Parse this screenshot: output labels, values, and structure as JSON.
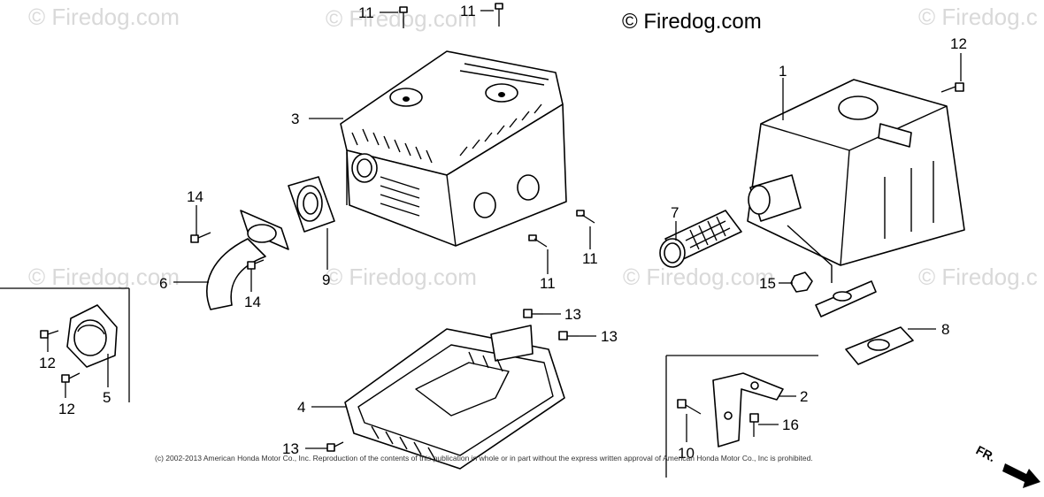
{
  "watermarks": {
    "main": "© Firedog.com",
    "faint": "© Firedog.com",
    "faint_edge": "© Firedog.c"
  },
  "callouts": {
    "c1": "1",
    "c2": "2",
    "c3": "3",
    "c4": "4",
    "c5": "5",
    "c6": "6",
    "c7": "7",
    "c8": "8",
    "c9": "9",
    "c10": "10",
    "c11a": "11",
    "c11b": "11",
    "c11c": "11",
    "c11d": "11",
    "c12a": "12",
    "c12b": "12",
    "c12c": "12",
    "c13a": "13",
    "c13b": "13",
    "c13c": "13",
    "c14a": "14",
    "c14b": "14",
    "c15": "15",
    "c16": "16"
  },
  "copyright": "(c) 2002-2013 American Honda Motor Co., Inc. Reproduction of the contents of this publication in whole or in part without the express written approval of American Honda Motor Co., Inc is prohibited.",
  "direction_label": "FR."
}
